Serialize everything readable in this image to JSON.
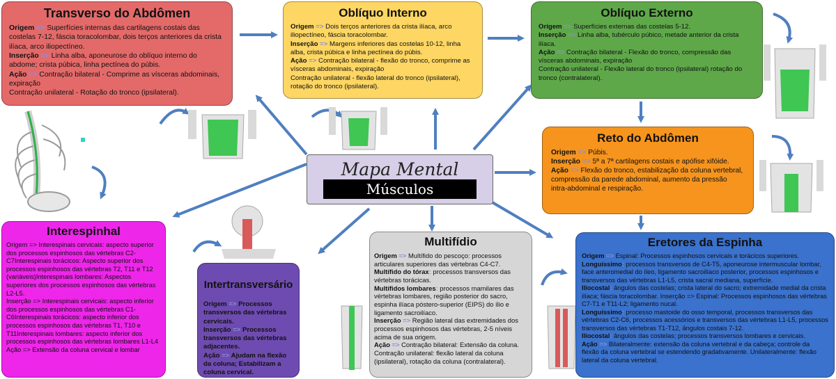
{
  "center": {
    "title": "Mapa Mental",
    "subtitle": "Músculos"
  },
  "transverso": {
    "title": "Transverso do Abdômen",
    "lines": [
      {
        "label": "Origem",
        "arrow": " => ",
        "text": "Superfícies internas das cartilagens costais das costelas 7-12, fáscia toracolombar, dois terços anteriores da crista ilíaca, arco iliopectíneo."
      },
      {
        "label": "Inserção",
        "arrow": " => ",
        "text": "Linha alba, aponeurose do oblíquo interno do abdome; crista púbica, linha pectínea do púbis."
      },
      {
        "label": "Ação",
        "arrow": " => ",
        "text": "Contração bilateral - Comprime as vísceras abdominais, expiração"
      },
      {
        "label": "",
        "arrow": "",
        "text": "Contração unilateral - Rotação do tronco (ipsilateral)."
      }
    ]
  },
  "obliquo_interno": {
    "title": "Oblíquo Interno",
    "lines": [
      {
        "label": "Origem",
        "arrow": " => ",
        "text": "Dois terços anteriores da crista ilíaca, arco iliopectíneo, fáscia toracolombar."
      },
      {
        "label": "Inserção",
        "arrow": " => ",
        "text": "Margens inferiores das costelas 10-12, linha alba, crista púbica e linha pectínea do púbis."
      },
      {
        "label": "Ação",
        "arrow": " => ",
        "text": "Contração bilateral - flexão do tronco, comprime as vísceras abdominais, expiração"
      },
      {
        "label": "",
        "arrow": "",
        "text": "Contração unilateral - flexão lateral do tronco (ipsilateral), rotação do tronco (ipsilateral)."
      }
    ]
  },
  "obliquo_externo": {
    "title": "Oblíquo Externo",
    "lines": [
      {
        "label": "Origem",
        "arrow": " => ",
        "text": "Superfícies externas das costelas 5-12."
      },
      {
        "label": "Inserção",
        "arrow": " => ",
        "text": "Linha alba, tubérculo púbico, metade anterior da crista ilíaca."
      },
      {
        "label": "Ação",
        "arrow": " => ",
        "text": "Contração bilateral - Flexão do tronco, compressão das vísceras abdominais, expiração"
      },
      {
        "label": "",
        "arrow": "",
        "text": "Contração unilateral - Flexão lateral do tronco (ipsilateral) rotação do tronco (contralateral)."
      }
    ]
  },
  "reto": {
    "title": "Reto do Abdômen",
    "lines": [
      {
        "label": "Origem",
        "arrow": " => ",
        "text": "Púbis."
      },
      {
        "label": "Inserção",
        "arrow": " => ",
        "text": "5ª a 7ª cartilagens costais e apófise xifóide."
      },
      {
        "label": "Ação",
        "arrow": " => ",
        "text": "Flexão do tronco, estabilização da coluna vertebral, compressão da parede abdominal, aumento da pressão intra-abdominal e respiração."
      }
    ]
  },
  "interespinal": {
    "title": "Interespinhal",
    "lines": [
      {
        "label": "",
        "arrow": "",
        "text": "Origem => Interespinais cervicais: aspecto superior dos processos espinhosos das vértebras C2-C7Interespinais torácicos: Aspecto superior dos processos espinhosos das vértebras T2, T11 e T12 (variáveis)Interespinais lombares: Aspectos superiores dos processos espinhosos das vértebras L2-L5."
      },
      {
        "label": "",
        "arrow": "",
        "text": "Inserção => Interespinais cervicais: aspecto inferior dos processos espinhosos das vértebras C1-C6Interespinais torácicos: aspecto inferior dos processos espinhosos das vértebras T1, T10 e T11Interespinais lombares: aspecto inferior dos processos espinhosos das vértebras lombares L1-L4"
      },
      {
        "label": "",
        "arrow": "",
        "text": "Ação => Extensão da coluna cervical e lombar"
      }
    ]
  },
  "intertransversario": {
    "title": "Intertransversário",
    "lines": [
      {
        "label": "Origem",
        "arrow": " => ",
        "text": "Processos transversos das vértebras cervicais."
      },
      {
        "label": "Inserção",
        "arrow": " => ",
        "text": "Processos transversos das vértebras adjacentes."
      },
      {
        "label": "Ação",
        "arrow": " => ",
        "text": "Ajudam na flexão da coluna; Estabilizam a coluna cervical."
      }
    ]
  },
  "multifidio": {
    "title": "Multifídio",
    "lines": [
      {
        "label": "Origem",
        "arrow": " => ",
        "text": "Multífido do pescoço: processos articulares superiores das vértebras C4-C7."
      },
      {
        "label": "Multífido do tórax",
        "arrow": ": ",
        "text": "processos transversos das vértebras torácicas."
      },
      {
        "label": "Multífidos lombares",
        "arrow": ": ",
        "text": "processos mamilares das vértebras lombares, região posterior do sacro, espinha ilíaca póstero-superior (EIPS) do ílio e ligamento sacroilíaco."
      },
      {
        "label": "Inserção",
        "arrow": " => ",
        "text": "Região lateral das extremidades dos processos espinhosos das vértebras, 2-5 níveis acima de sua origem."
      },
      {
        "label": "Ação",
        "arrow": " => ",
        "text": "Contração bilateral: Extensão da coluna."
      },
      {
        "label": "",
        "arrow": "",
        "text": "Contração unilateral: flexão lateral da coluna (ipsilateral), rotação da coluna (contralateral)."
      }
    ]
  },
  "eretores": {
    "title": "Eretores da Espinha",
    "lines": [
      {
        "label": "Origem",
        "arrow": " => ",
        "text": "Espinal: Processos espinhosos cervicais e torácicos superiores."
      },
      {
        "label": "Longuíssimo",
        "arrow": ": ",
        "text": "processos transversos de C4-T5, aponeurose intermuscular lombar, face anteromedial do íleo, ligamento sacroilíaco posterior, processos espinhosos e transversos das vértebras L1-L5, crista sacral mediana, superfície."
      },
      {
        "label": "Iliocostal",
        "arrow": ": ",
        "text": "ângulos das costelas; crista lateral do sacro; extremidade medial da crista ilíaca; fáscia toracolombar. Inserção => Espinal: Processos espinhosos das vértebras C7-T1 e T11-L2; ligamento nucal."
      },
      {
        "label": "Longuíssimo",
        "arrow": ": ",
        "text": "processo mastoide do osso temporal, processos transversos das vértebras C2-C6, processos acessórios e transversos das vértebras L1-L5, processos transversos das vértebras T1-T12, ângulos costais 7-12."
      },
      {
        "label": "Iliocostal",
        "arrow": ": ",
        "text": "ângulos das costelas; processos transversos lombares e cervicais."
      },
      {
        "label": "Ação",
        "arrow": " => ",
        "text": "Bilateralmente: extensão da coluna vertebral e da cabeça; controle da flexão da coluna vertebral se estendendo gradativamente. Unilateralmente: flexão lateral da coluna vertebral."
      }
    ]
  },
  "colors": {
    "transverso": "#e46a6a",
    "obliquo_interno": "#fdd663",
    "obliquo_externo": "#5fa84a",
    "reto": "#f6941e",
    "interespinal": "#ee26ea",
    "intertransversario": "#6e4bb0",
    "multifidio": "#d6d6d6",
    "eretores": "#3a72cd",
    "arrow": "#4f7fc0",
    "muscle": "#3fc653"
  }
}
